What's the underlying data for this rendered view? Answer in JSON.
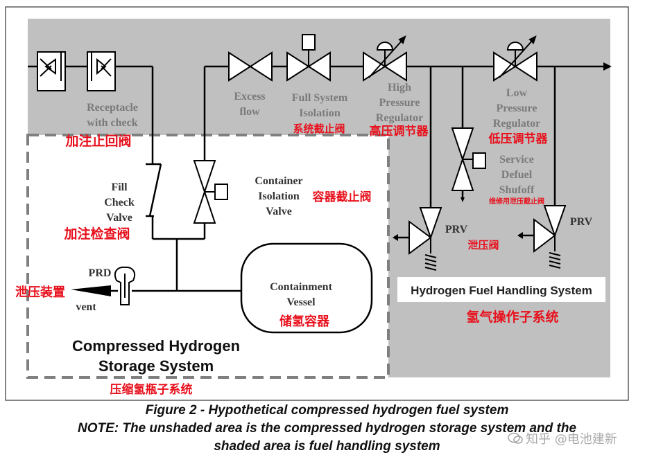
{
  "figure": {
    "caption_line1": "Figure 2 - Hypothetical compressed hydrogen fuel system",
    "caption_line2": "NOTE: The unshaded area is the compressed hydrogen storage system and the",
    "caption_line3": "shaded area is fuel handling system"
  },
  "labels": {
    "receptacle_l1": "Receptacle",
    "receptacle_l2": "with check",
    "receptacle_cn": "加注止回阀",
    "excess_l1": "Excess",
    "excess_l2": "flow",
    "fsi_l1": "Full System",
    "fsi_l2": "Isolation",
    "fsi_cn": "系统截止阀",
    "hpr_l1": "High",
    "hpr_l2": "Pressure",
    "hpr_l3": "Regulator",
    "hpr_cn": "高压调节器",
    "lpr_l1": "Low",
    "lpr_l2": "Pressure",
    "lpr_l3": "Regulator",
    "lpr_cn": "低压调节器",
    "service_l1": "Service",
    "service_l2": "Defuel",
    "service_l3": "Shufoff",
    "service_cn": "维修用泄压截止阀",
    "fill_l1": "Fill",
    "fill_l2": "Check",
    "fill_l3": "Valve",
    "fill_cn": "加注检查阀",
    "civ_l1": "Container",
    "civ_l2": "Isolation",
    "civ_l3": "Valve",
    "civ_cn": "容器截止阀",
    "prd": "PRD",
    "vent": "vent",
    "prd_cn": "泄压装置",
    "vessel_l1": "Containment",
    "vessel_l2": "Vessel",
    "vessel_cn": "储氢容器",
    "prv1": "PRV",
    "prv2": "PRV",
    "prv_cn": "泄压阀",
    "hfhs": "Hydrogen Fuel Handling System",
    "hfhs_cn": "氢气操作子系统",
    "chss_l1": "Compressed Hydrogen",
    "chss_l2": "Storage System",
    "chss_cn": "压缩氢瓶子系统"
  },
  "watermark": "知乎 @电池建新",
  "icons": [
    "wechat-icon"
  ],
  "colors": {
    "shaded_area": "#c0c0c0",
    "chinese_annotation": "#e8101c",
    "dashed_border": "#7f7f7f"
  }
}
